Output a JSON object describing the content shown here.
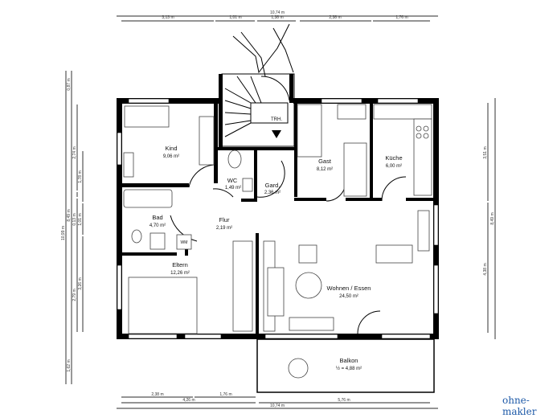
{
  "rooms": {
    "kind": {
      "name": "Kind",
      "area": "9,06 m²"
    },
    "wc": {
      "name": "WC",
      "area": "1,49 m²"
    },
    "gard": {
      "name": "Gard.",
      "area": "2,36 m²"
    },
    "gast": {
      "name": "Gast",
      "area": "8,12 m²"
    },
    "kueche": {
      "name": "Küche",
      "area": "6,00 m²"
    },
    "bad": {
      "name": "Bad",
      "area": "4,70 m²"
    },
    "flur": {
      "name": "Flur",
      "area": "2,19 m²"
    },
    "eltern": {
      "name": "Eltern",
      "area": "12,26 m²"
    },
    "wohnen": {
      "name": "Wohnen / Essen",
      "area": "24,50 m²"
    },
    "balkon": {
      "name": "Balkon",
      "area": "½ = 4,88 m²"
    }
  },
  "labels": {
    "stairs": "TRH.",
    "washer": "WM"
  },
  "dimensions": {
    "top": {
      "total": "10,74 m",
      "segments": [
        "3,13 m",
        "1,01 m",
        "1,38 m",
        "2,38 m",
        "1,76 m"
      ]
    },
    "bottom": {
      "row1": [
        "2,38 m",
        "1,76 m"
      ],
      "row2": [
        "4,26 m",
        "5,76 m"
      ],
      "total": "10,74 m"
    },
    "left": {
      "total": "10,99 m",
      "outer": [
        "0,87 m",
        "8,49 m",
        "1,62 m"
      ],
      "middle": [
        "2,74 m",
        "0,13 m",
        "2,79 m"
      ],
      "inner": [
        "1,78 m",
        "1,01 m",
        "3,26 m"
      ]
    },
    "right": {
      "segments": [
        "3,51 m",
        "4,38 m"
      ],
      "total": "8,49 m"
    }
  },
  "brand": {
    "logo_text": "ohne-makler",
    "color": "#1e5aa8"
  }
}
